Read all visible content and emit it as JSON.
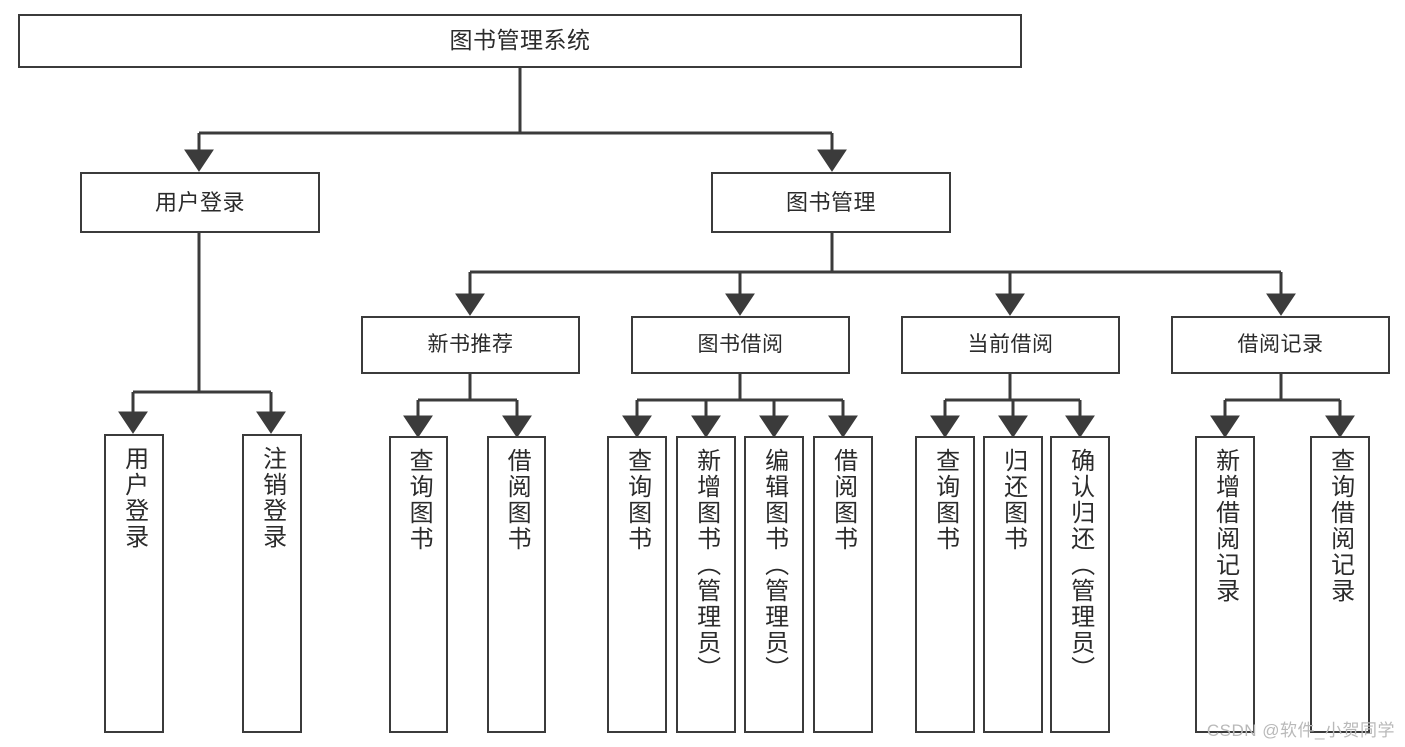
{
  "diagram": {
    "kind": "tree-hierarchy-chart",
    "title_text": "图书管理系统",
    "line_color": "#3b3b3b",
    "box_fill": "#ffffff",
    "text_color": "#2b2b2b",
    "watermark": "CSDN @软件_小贺同学",
    "nodes": {
      "root": {
        "label": "图书管理系统"
      },
      "branches": [
        {
          "label": "用户登录"
        },
        {
          "label": "图书管理"
        }
      ],
      "categories": [
        {
          "label": "新书推荐"
        },
        {
          "label": "图书借阅"
        },
        {
          "label": "当前借阅"
        },
        {
          "label": "借阅记录"
        }
      ],
      "leaves": {
        "user_login": [
          {
            "label": "用户登录"
          },
          {
            "label": "注销登录"
          }
        ],
        "new_book_recommend": [
          {
            "label": "查询图书"
          },
          {
            "label": "借阅图书"
          }
        ],
        "book_borrow": [
          {
            "label": "查询图书"
          },
          {
            "label": "新增图书（管理员）"
          },
          {
            "label": "编辑图书（管理员）"
          },
          {
            "label": "借阅图书"
          }
        ],
        "current_borrow": [
          {
            "label": "查询图书"
          },
          {
            "label": "归还图书"
          },
          {
            "label": "确认归还（管理员）"
          }
        ],
        "borrow_record": [
          {
            "label": "新增借阅记录"
          },
          {
            "label": "查询借阅记录"
          }
        ]
      }
    }
  }
}
